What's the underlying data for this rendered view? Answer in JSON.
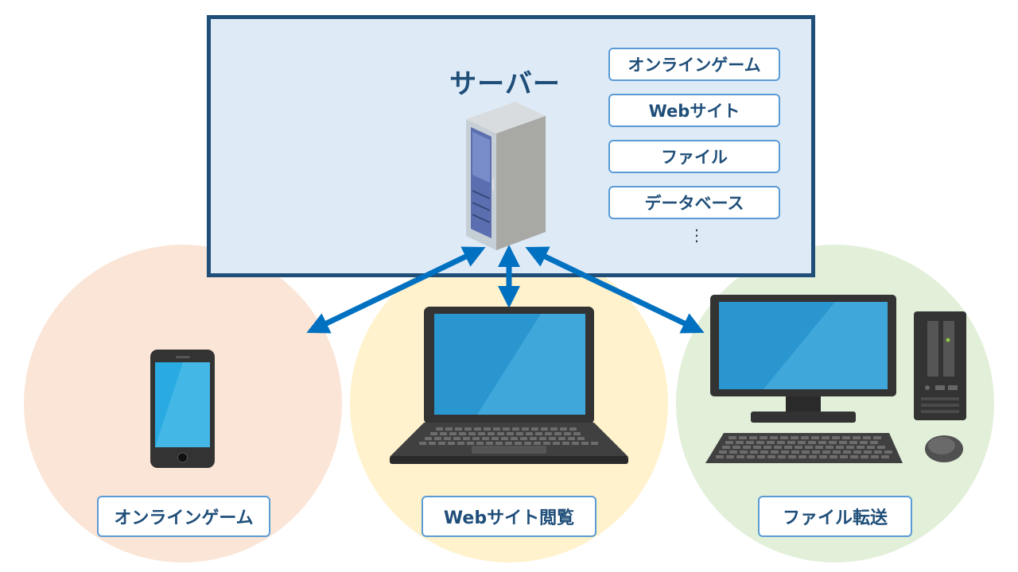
{
  "server": {
    "title": "サーバー",
    "services": [
      "オンラインゲーム",
      "Webサイト",
      "ファイル",
      "データベース"
    ],
    "more": "⋮"
  },
  "clients": [
    {
      "device": "smartphone",
      "label": "オンラインゲーム"
    },
    {
      "device": "laptop",
      "label": "Webサイト閲覧"
    },
    {
      "device": "desktop-pc",
      "label": "ファイル転送"
    }
  ],
  "colors": {
    "server_border": "#1f4e79",
    "server_fill": "#deebf7",
    "arrow": "#0070c0",
    "circle_left": "#fbe5d6",
    "circle_mid": "#fff2cc",
    "circle_right": "#e2efd9",
    "label_border": "#5b9bd5",
    "text": "#1f4e79"
  },
  "icons": [
    "server-rack-icon",
    "smartphone-icon",
    "laptop-icon",
    "desktop-pc-icon"
  ]
}
